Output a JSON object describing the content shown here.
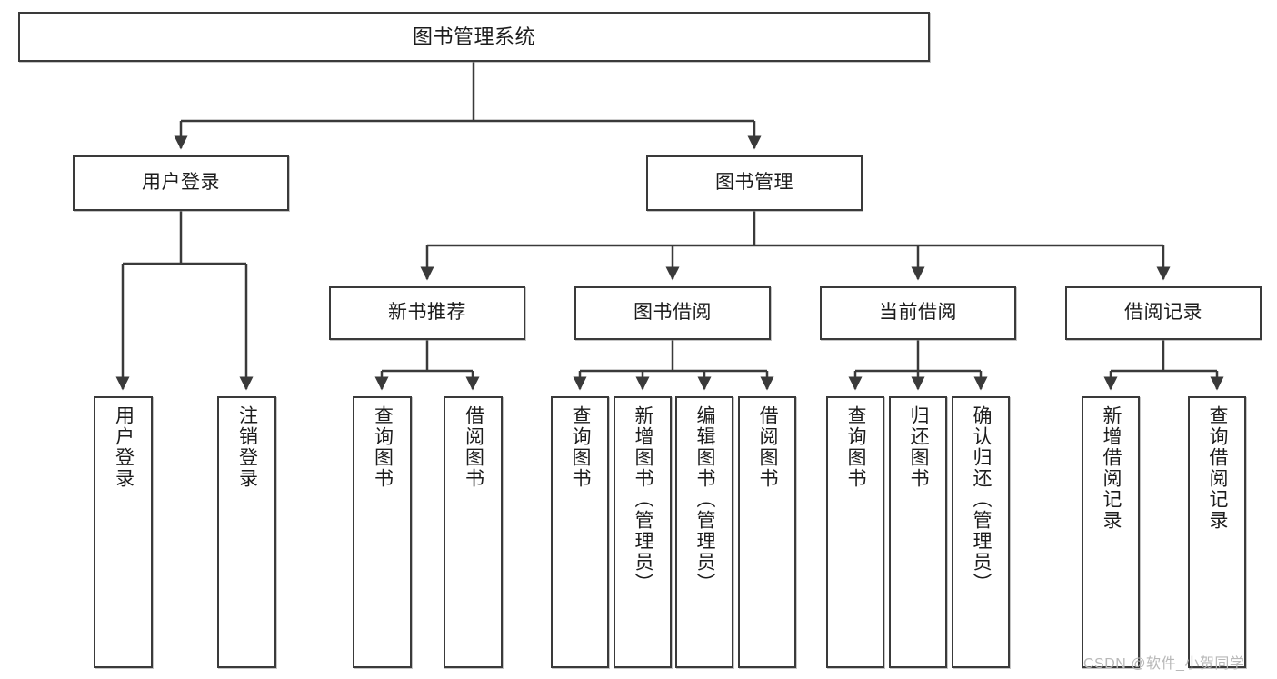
{
  "diagram": {
    "type": "tree",
    "title": "图书管理系统",
    "watermark": "CSDN @软件_小贺同学",
    "colors": {
      "box_border": "#3a3a3a",
      "box_fill": "#ffffff",
      "edge": "#3a3a3a",
      "text": "#1c1c1c",
      "watermark": "#b8b8b8",
      "background": "#ffffff"
    },
    "nodes": {
      "root": {
        "label": "图书管理系统",
        "level": 1
      },
      "level2": [
        {
          "id": "user-login",
          "label": "用户登录"
        },
        {
          "id": "book-manage",
          "label": "图书管理"
        }
      ],
      "level3": [
        {
          "id": "new-book-recommend",
          "label": "新书推荐"
        },
        {
          "id": "book-borrow",
          "label": "图书借阅"
        },
        {
          "id": "current-borrow",
          "label": "当前借阅"
        },
        {
          "id": "borrow-record",
          "label": "借阅记录"
        }
      ],
      "leaves": {
        "user_login": [
          {
            "id": "leaf-user-login",
            "label": "用户登录"
          },
          {
            "id": "leaf-logout-login",
            "label": "注销登录"
          }
        ],
        "new_book_recommend": [
          {
            "id": "leaf-query-book-1",
            "label": "查询图书"
          },
          {
            "id": "leaf-borrow-book-1",
            "label": "借阅图书"
          }
        ],
        "book_borrow": [
          {
            "id": "leaf-query-book-2",
            "label": "查询图书"
          },
          {
            "id": "leaf-add-book",
            "label": "新增图书（管理员）"
          },
          {
            "id": "leaf-edit-book",
            "label": "编辑图书（管理员）"
          },
          {
            "id": "leaf-borrow-book-2",
            "label": "借阅图书"
          }
        ],
        "current_borrow": [
          {
            "id": "leaf-query-book-3",
            "label": "查询图书"
          },
          {
            "id": "leaf-return-book",
            "label": "归还图书"
          },
          {
            "id": "leaf-confirm-return",
            "label": "确认归还（管理员）"
          }
        ],
        "borrow_record": [
          {
            "id": "leaf-add-record",
            "label": "新增借阅记录"
          },
          {
            "id": "leaf-query-record",
            "label": "查询借阅记录"
          }
        ]
      }
    }
  }
}
